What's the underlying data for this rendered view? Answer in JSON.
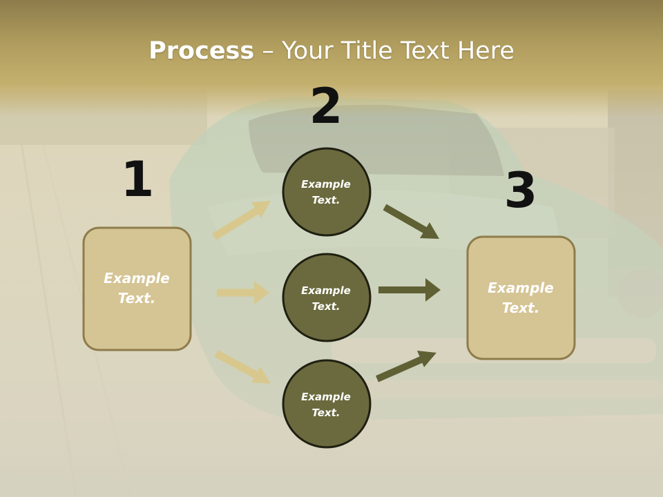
{
  "slide": {
    "title_bold": "Process",
    "title_rest": " – Your Title Text Here"
  },
  "steps": {
    "number_1": "1",
    "number_2": "2",
    "number_3": "3"
  },
  "boxes": {
    "left": [
      "Example",
      "Text."
    ],
    "right": [
      "Example",
      "Text."
    ]
  },
  "circles": [
    [
      "Example",
      "Text."
    ],
    [
      "Example",
      "Text."
    ],
    [
      "Example",
      "Text."
    ]
  ],
  "colors": {
    "title_band": "#b29f5f",
    "box_fill": "#d5c494",
    "box_stroke": "#8e7c4c",
    "circle_fill": "#6b6a3e",
    "arrow_light": "#d8c88e",
    "arrow_dark": "#5f6034"
  }
}
